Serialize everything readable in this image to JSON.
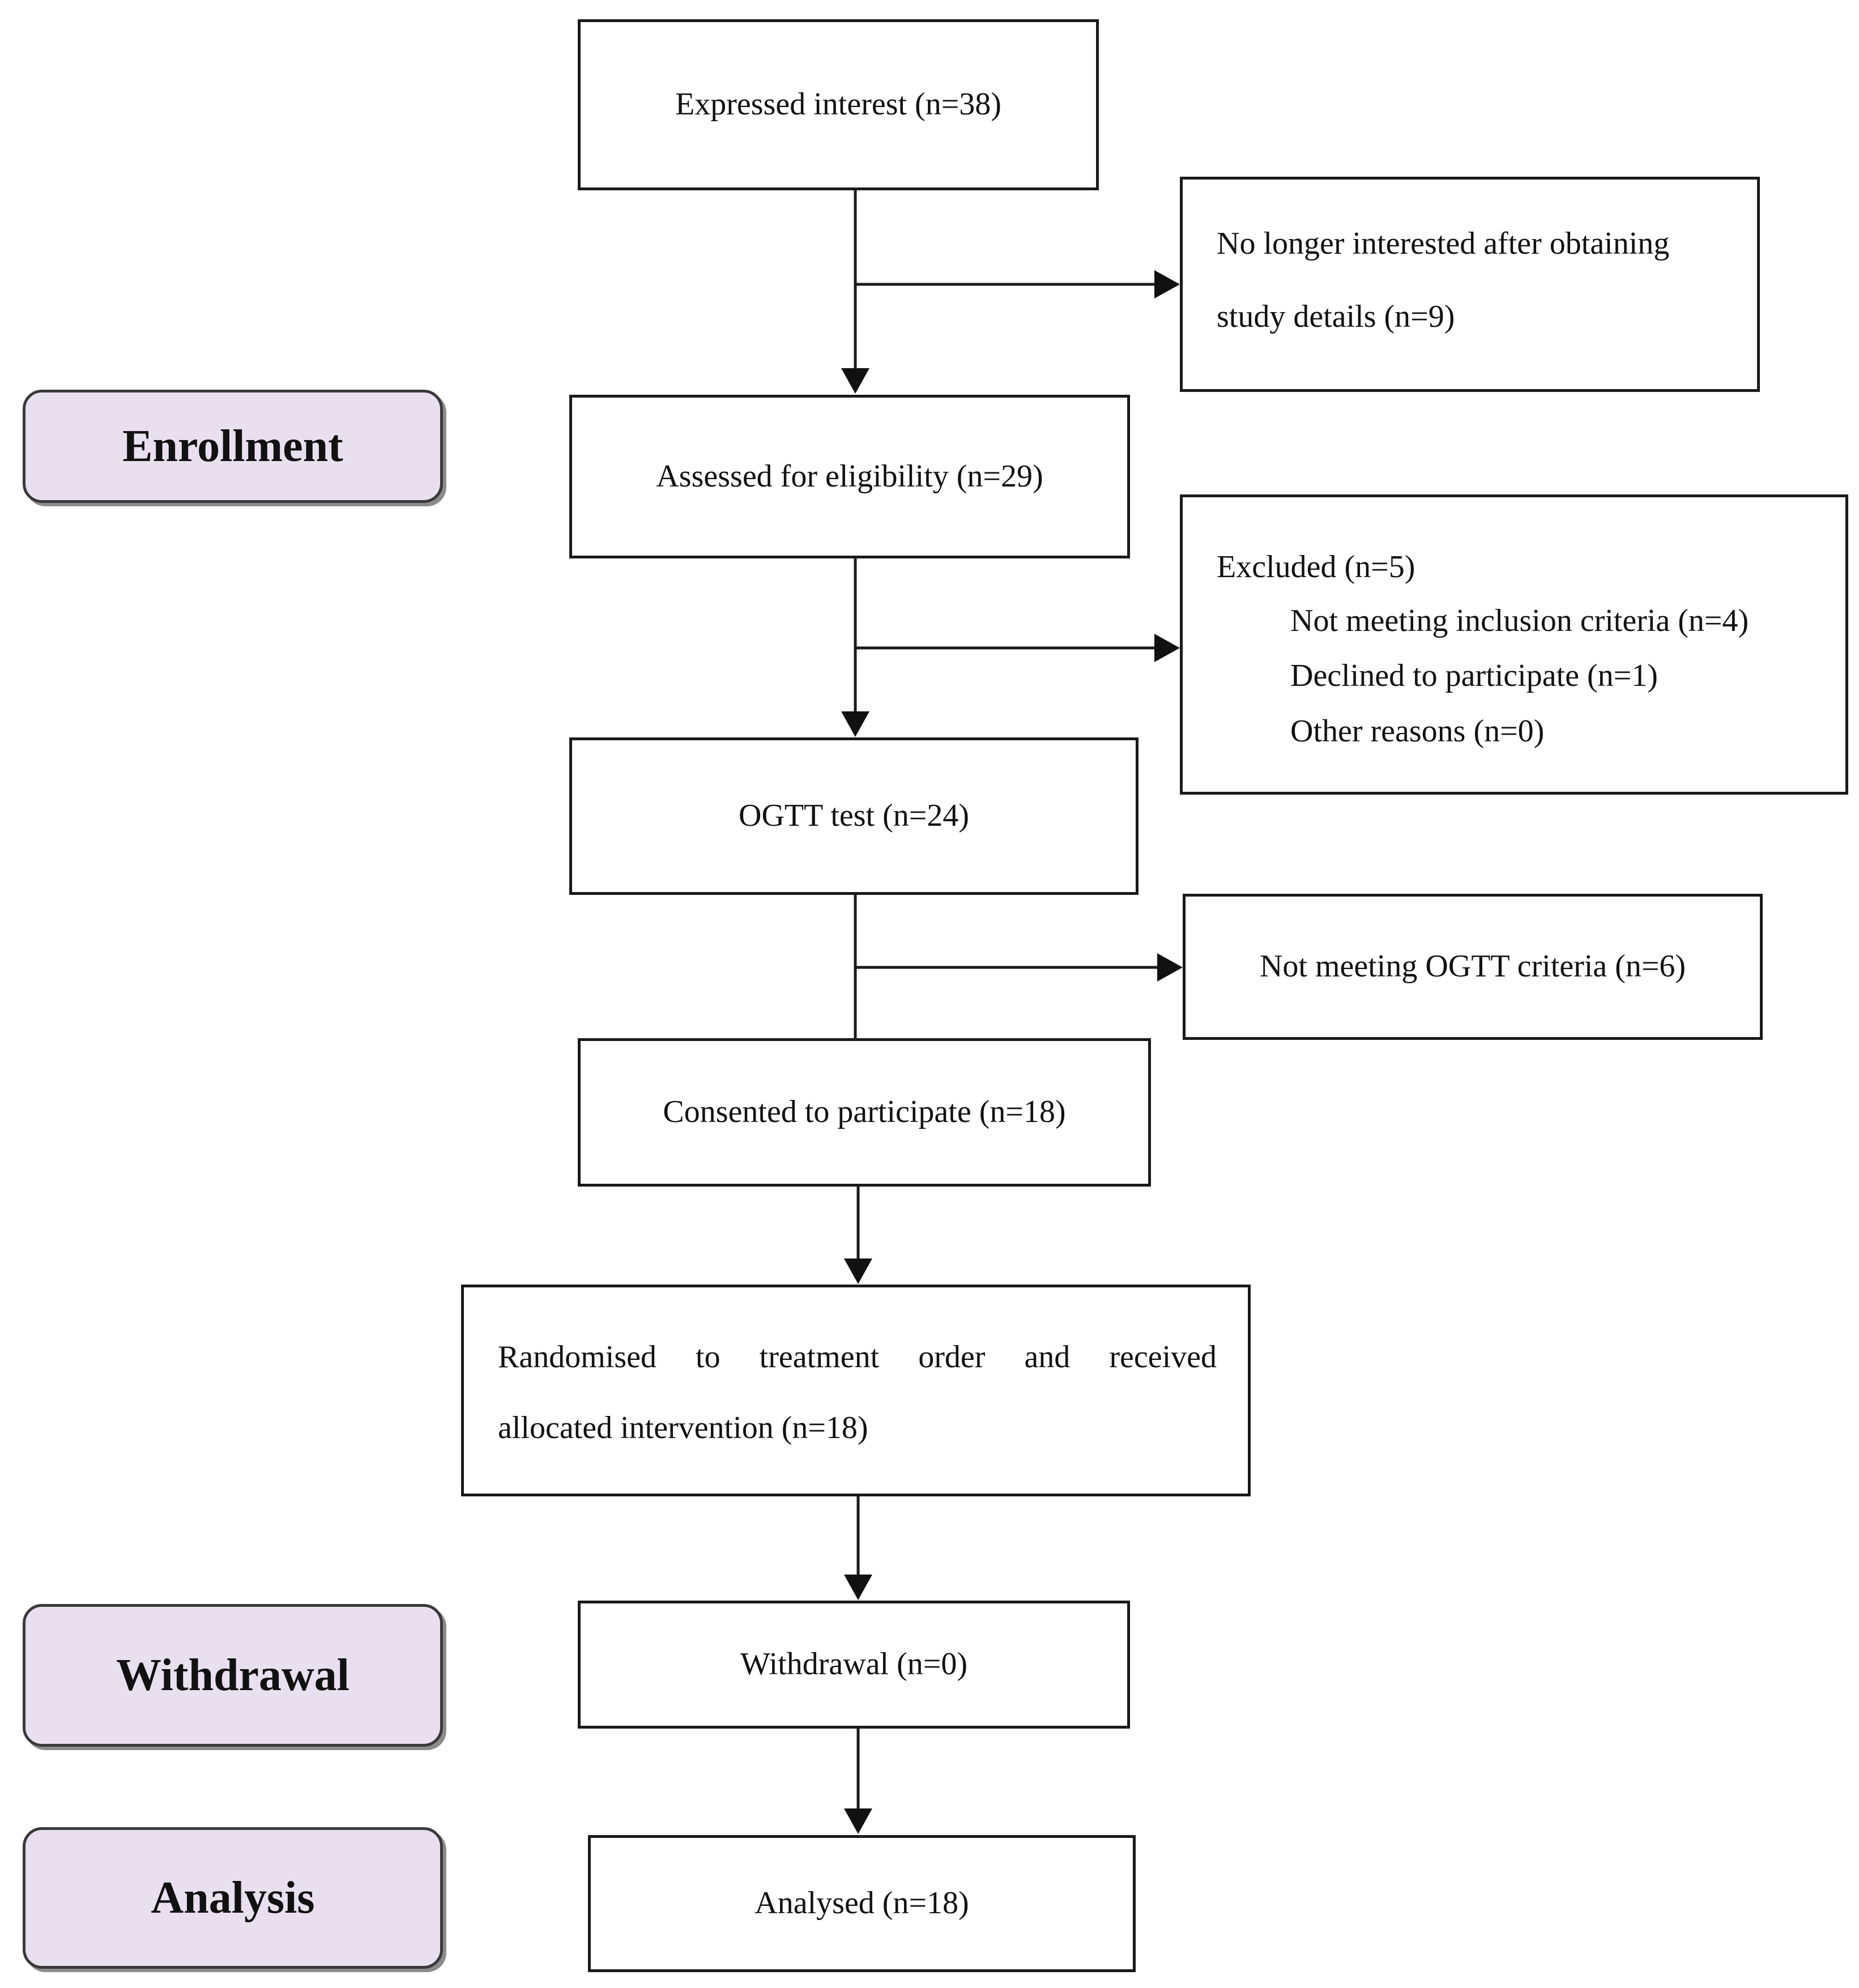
{
  "stages": {
    "enrollment": "Enrollment",
    "withdrawal": "Withdrawal",
    "analysis": "Analysis"
  },
  "boxes": {
    "expressed_interest": "Expressed interest (n=38)",
    "no_longer_interested": {
      "line1": "No longer interested after obtaining",
      "line2": "study details (n=9)"
    },
    "assessed_eligibility": "Assessed for eligibility (n=29)",
    "excluded": {
      "title": "Excluded (n=5)",
      "reasons": [
        "Not meeting inclusion criteria (n=4)",
        "Declined to participate (n=1)",
        "Other reasons (n=0)"
      ]
    },
    "ogtt_test": "OGTT test (n=24)",
    "not_meeting_ogtt": "Not meeting OGTT criteria (n=6)",
    "consented": "Consented to participate (n=18)",
    "randomised": {
      "line1": "Randomised to treatment order and received",
      "line2": "allocated intervention (n=18)"
    },
    "withdrawal": "Withdrawal (n=0)",
    "analysed": "Analysed (n=18)"
  },
  "colors": {
    "stage_fill": "#e8e0ee",
    "border": "#1a1a1a"
  }
}
